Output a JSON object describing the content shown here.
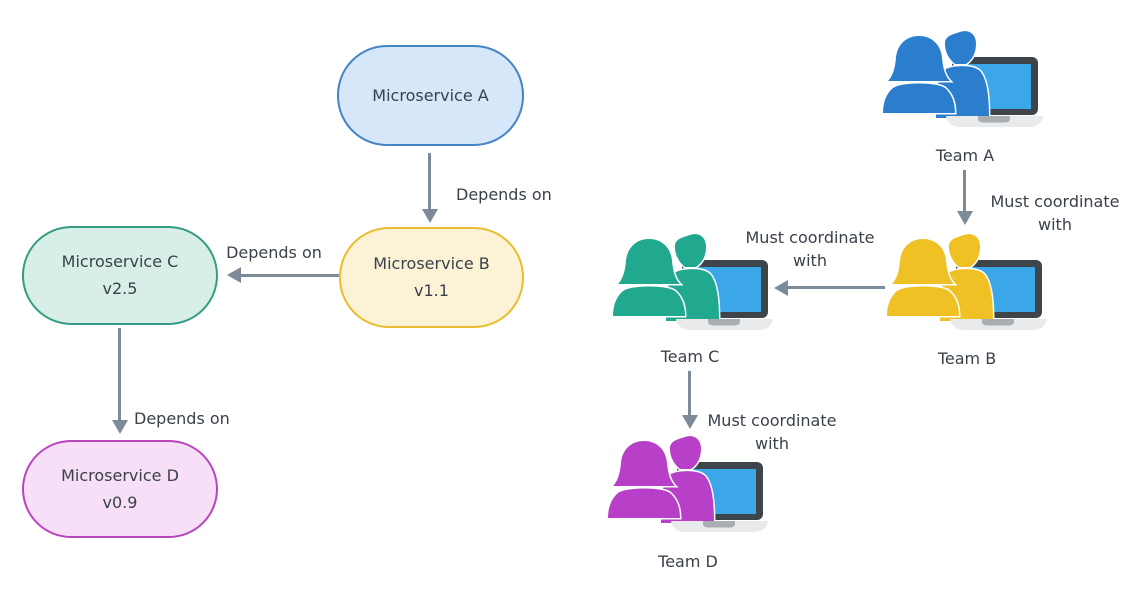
{
  "palette": {
    "background": "#ffffff",
    "arrow": "#7D8A98",
    "text": "#3A414B",
    "laptop_frame": "#3E454A",
    "laptop_screen": "#3BA7E8",
    "laptop_base": "#E8EAEB",
    "laptop_notch": "#A9AEB2"
  },
  "microservice_diagram": {
    "nodes": [
      {
        "title": "Microservice A",
        "version": "",
        "fill": "#D5E7F8",
        "stroke": "#4484C4"
      },
      {
        "title": "Microservice B",
        "version": "v1.1",
        "fill": "#FCF3D7",
        "stroke": "#E9BD2E"
      },
      {
        "title": "Microservice C",
        "version": "v2.5",
        "fill": "#D8EFE8",
        "stroke": "#359B85"
      },
      {
        "title": "Microservice D",
        "version": "v0.9",
        "fill": "#F7DFF7",
        "stroke": "#B844BE"
      }
    ],
    "edges": [
      {
        "from": "Microservice A",
        "to": "Microservice B",
        "label": "Depends on"
      },
      {
        "from": "Microservice B",
        "to": "Microservice C",
        "label": "Depends on"
      },
      {
        "from": "Microservice C",
        "to": "Microservice D",
        "label": "Depends on"
      }
    ]
  },
  "team_diagram": {
    "nodes": [
      {
        "label": "Team A",
        "people_color": "#2B7ECE"
      },
      {
        "label": "Team B",
        "people_color": "#F0C125"
      },
      {
        "label": "Team C",
        "people_color": "#20A98E"
      },
      {
        "label": "Team D",
        "people_color": "#B83FC7"
      }
    ],
    "edges": [
      {
        "from": "Team A",
        "to": "Team B",
        "label": "Must coordinate with"
      },
      {
        "from": "Team B",
        "to": "Team C",
        "label": "Must coordinate with"
      },
      {
        "from": "Team C",
        "to": "Team D",
        "label": "Must coordinate with"
      }
    ]
  }
}
